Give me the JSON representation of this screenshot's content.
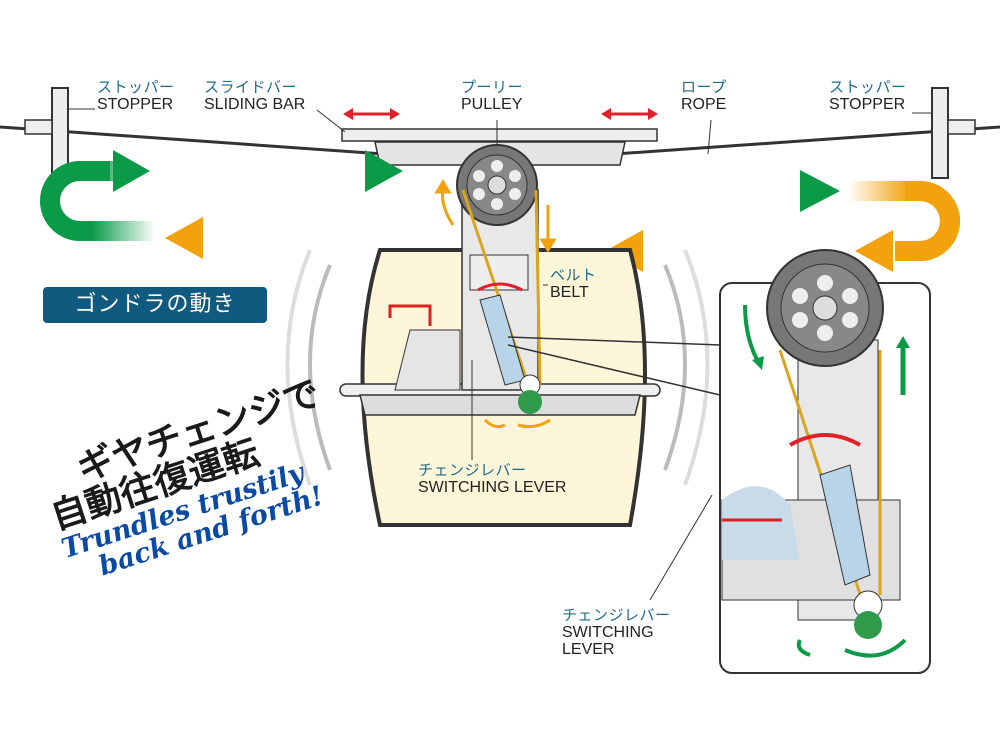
{
  "labels": {
    "stopper_left": {
      "jp": "ストッパー",
      "en": "STOPPER"
    },
    "sliding_bar": {
      "jp": "スライドバー",
      "en": "SLIDING BAR"
    },
    "pulley": {
      "jp": "プーリー",
      "en": "PULLEY"
    },
    "rope": {
      "jp": "ロープ",
      "en": "ROPE"
    },
    "stopper_right": {
      "jp": "ストッパー",
      "en": "STOPPER"
    },
    "belt": {
      "jp": "ベルト",
      "en": "BELT"
    },
    "switching_lever_main": {
      "jp": "チェンジレバー",
      "en": "SWITCHING LEVER"
    },
    "switching_lever_detail": {
      "jp": "チェンジレバー",
      "en_line1": "SWITCHING",
      "en_line2": "LEVER"
    }
  },
  "badge": {
    "text": "ゴンドラの動き"
  },
  "slogan": {
    "jp_line1": "ギヤチェンジで",
    "jp_line2": "自動往復運転",
    "en_line1": "Trundles trustily",
    "en_line2": "back and forth!"
  },
  "colors": {
    "green": "#0a9a48",
    "orange": "#f2a20d",
    "red": "#e0202a",
    "label_blue": "#1f6b8e",
    "badge_bg": "#0f5a7e",
    "slogan_blue": "#0b4aa2",
    "gondola_fill": "#fdf6d8",
    "belt": "#d9a520"
  }
}
